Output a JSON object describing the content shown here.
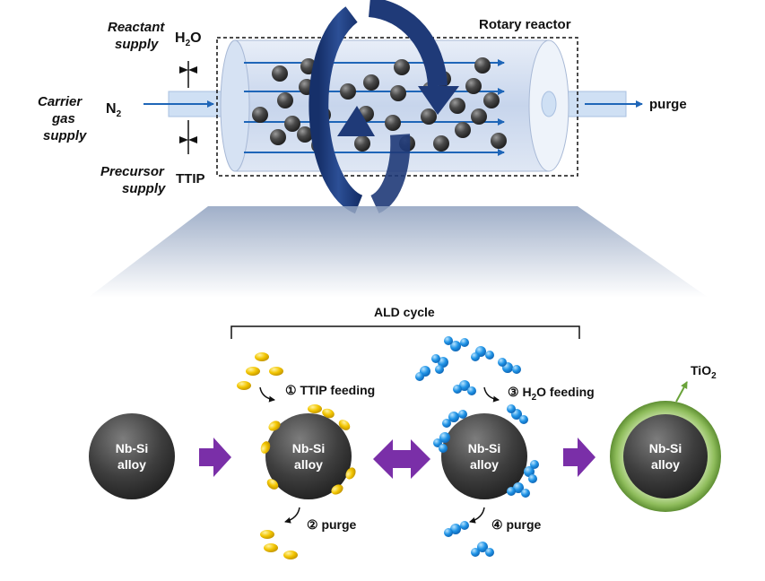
{
  "reactor": {
    "title": "Rotary reactor",
    "reactant_label_line1": "Reactant",
    "reactant_label_line2": "supply",
    "reactant_formula_main": "H",
    "reactant_formula_sub": "2",
    "reactant_formula_tail": "O",
    "carrier_label_line1": "Carrier",
    "carrier_label_line2": "gas",
    "carrier_label_line3": "supply",
    "carrier_formula_main": "N",
    "carrier_formula_sub": "2",
    "precursor_label_line1": "Precursor",
    "precursor_label_line2": "supply",
    "precursor_formula": "TTIP",
    "outlet_label": "purge"
  },
  "process": {
    "cycle_label": "ALD cycle",
    "particle_line1": "Nb-Si",
    "particle_line2": "alloy",
    "step1_label": "① TTIP feeding",
    "step2_label": "② purge",
    "step3_prefix": "③ H",
    "step3_sub": "2",
    "step3_suffix": "O feeding",
    "step4_label": "④ purge",
    "coating_main": "TiO",
    "coating_sub": "2"
  },
  "colors": {
    "arrow_purple": "#7a2fa8",
    "rotation_arrow": "#1f3a78",
    "flow_line": "#1f66b8",
    "ttip_molecule": "#f0c000",
    "water_molecule": "#1a8fe0",
    "coating_green": "#7ab04a"
  }
}
